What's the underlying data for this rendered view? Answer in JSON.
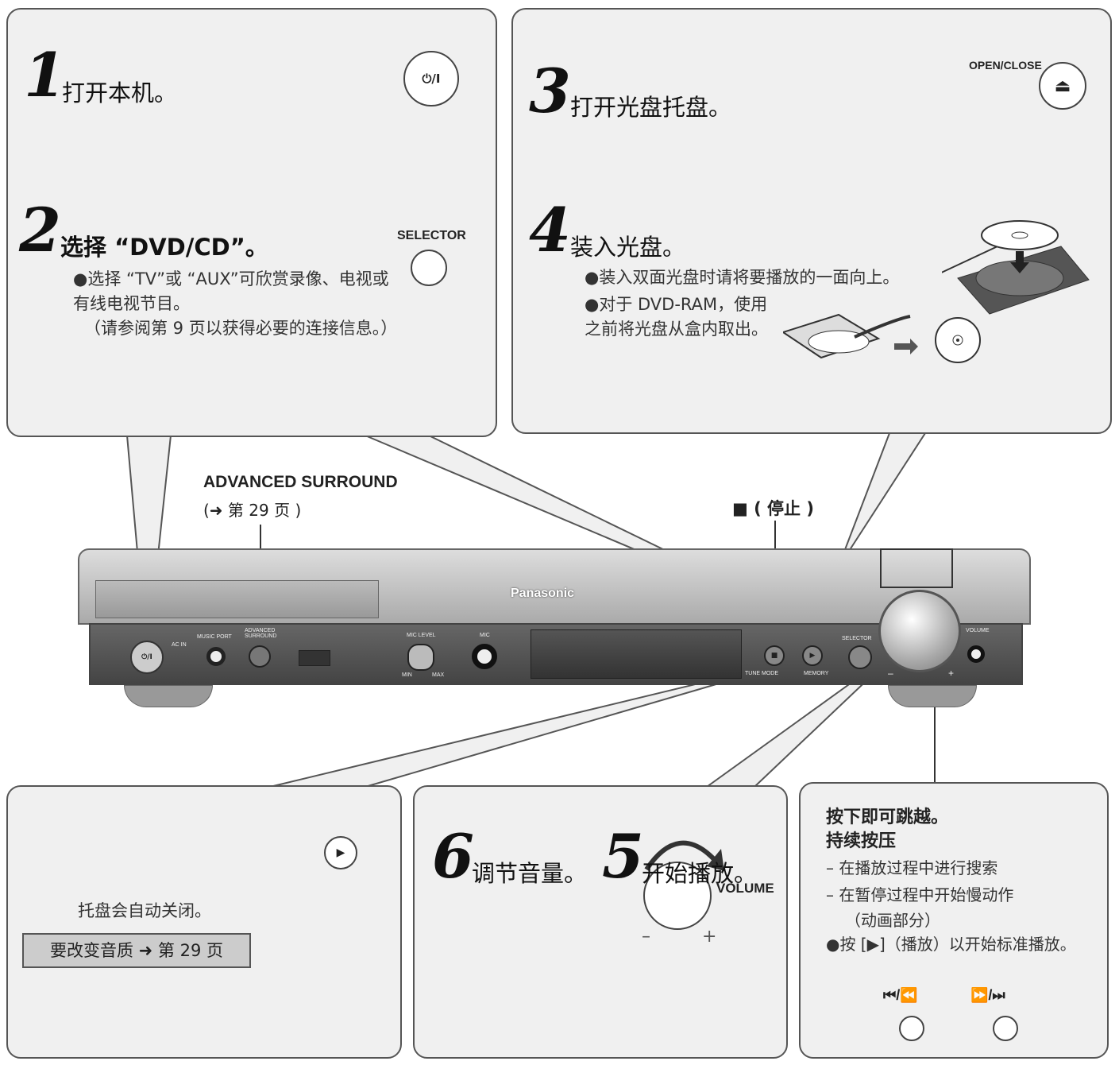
{
  "step1": {
    "num": "1",
    "text": "打开本机。",
    "power_button": "⏻/I"
  },
  "step2": {
    "num": "2",
    "text": "选择 “DVD/CD”。",
    "selector_label": "SELECTOR",
    "bullet": "●选择 “TV”或 “AUX”可欣赏录像、电视或有线电视节目。",
    "note": "（请参阅第 9 页以获得必要的连接信息。）"
  },
  "step3": {
    "num": "3",
    "text": "打开光盘托盘。",
    "open_close_label": "OPEN/CLOSE",
    "eject_symbol": "⏏"
  },
  "step4": {
    "num": "4",
    "text": "装入光盘。",
    "bullet1": "●装入双面光盘时请将要播放的一面向上。",
    "bullet2": "●对于 DVD-RAM，使用之前将光盘从盒内取出。"
  },
  "callouts": {
    "advanced_surround": "ADVANCED SURROUND",
    "advanced_surround_ref": "(➜ 第 29 页 )",
    "stop": "■ ( 停止 )"
  },
  "device": {
    "brand": "Panasonic",
    "power": "⏻/I",
    "ac_in": "AC IN",
    "music_port": "MUSIC PORT",
    "adv_surround": "ADVANCED SURROUND",
    "mic_level": "MIC LEVEL",
    "min": "MIN",
    "max": "MAX",
    "mic": "MIC",
    "tune_mode": "TUNE MODE",
    "memory": "MEMORY",
    "selector": "SELECTOR",
    "volume": "VOLUME",
    "minus": "–",
    "plus": "+"
  },
  "panel_play": {
    "text": "托盘会自动关闭。",
    "box_text": "要改变音质 ➜ 第 29 页",
    "play_symbol": "▶"
  },
  "step56": {
    "num6": "6",
    "text6": "调节音量。",
    "num5": "5",
    "text5": "开始播放。",
    "volume_label": "VOLUME",
    "minus": "–",
    "plus": "+"
  },
  "skip_panel": {
    "line1": "按下即可跳越。",
    "line2": "持续按压",
    "item1": "– 在播放过程中进行搜索",
    "item2": "– 在暂停过程中开始慢动作",
    "item2b": "（动画部分）",
    "bullet": "●按 [▶]（播放）以开始标准播放。",
    "prev_label": "⏮/⏪",
    "next_label": "⏩/⏭"
  }
}
